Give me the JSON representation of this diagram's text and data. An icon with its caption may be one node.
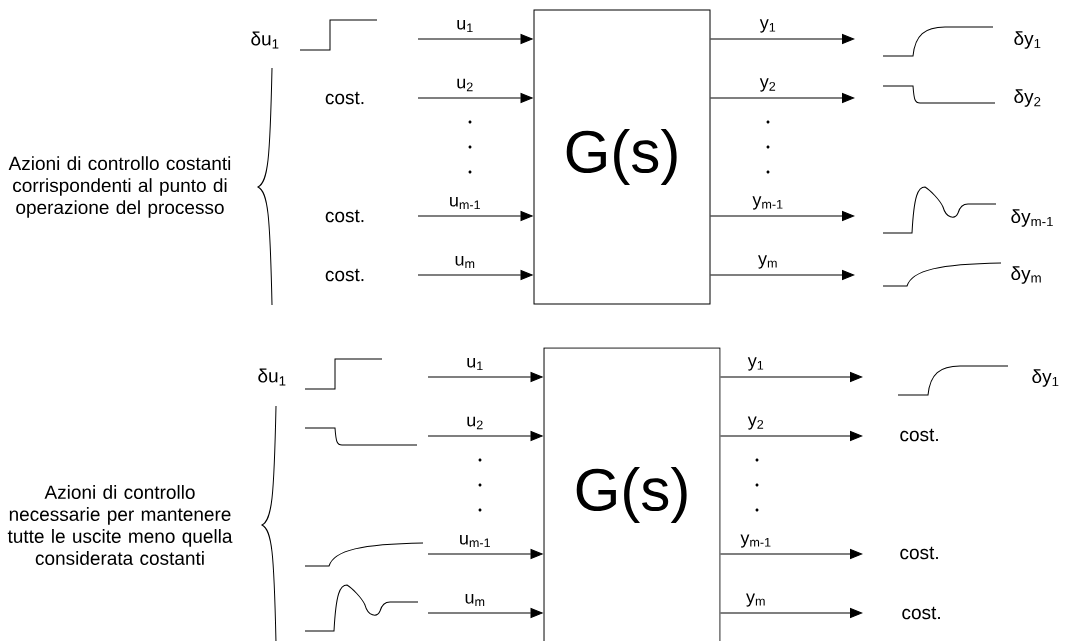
{
  "diagram": {
    "nodes": [
      {
        "text": [
          "G(s)"
        ]
      },
      {
        "text": [
          "G(s)"
        ]
      }
    ],
    "edges": [
      {
        "from": null,
        "to": 0,
        "arrow": "to",
        "label": "u$_{1}$"
      },
      {
        "from": null,
        "to": 0,
        "arrow": "to",
        "label": "u$_{2}$"
      },
      {
        "from": null,
        "to": 0,
        "arrow": "to",
        "label": "u$_{m-1}$"
      },
      {
        "from": null,
        "to": 0,
        "arrow": "to",
        "label": "u$_{m}$"
      },
      {
        "from": 0,
        "to": null,
        "arrow": "to",
        "label": "y$_{1}$"
      },
      {
        "from": 0,
        "to": null,
        "arrow": "to",
        "label": "y$_{2}$"
      },
      {
        "from": 0,
        "to": null,
        "arrow": "to",
        "label": "y$_{m-1}$"
      },
      {
        "from": 0,
        "to": null,
        "arrow": "to",
        "label": "y$_{m}$"
      },
      {
        "from": null,
        "to": 1,
        "arrow": "to",
        "label": "u$_{1}$"
      },
      {
        "from": null,
        "to": 1,
        "arrow": "to",
        "label": "u$_{2}$"
      },
      {
        "from": null,
        "to": 1,
        "arrow": "to",
        "label": "u$_{m-1}$"
      },
      {
        "from": null,
        "to": 1,
        "arrow": "to",
        "label": "u$_{m}$"
      },
      {
        "from": 1,
        "to": null,
        "arrow": "to",
        "label": "y$_{1}$"
      },
      {
        "from": 1,
        "to": null,
        "arrow": "to",
        "label": "y$_{2}$"
      },
      {
        "from": 1,
        "to": null,
        "arrow": "to",
        "label": "y$_{m-1}$"
      },
      {
        "from": 1,
        "to": null,
        "arrow": "to",
        "label": "y$_{m}$"
      }
    ],
    "labels": [
      "δu$_{1}$",
      "cost.",
      "Azioni di controllo costanti corrispondenti al punto di operazione del processo",
      "cost.",
      "cost.",
      "δy$_{1}$",
      "δy$_{2}$",
      "δy$_{m-1}$",
      "δy$_{m}$",
      "δu$_{1}$",
      "Azioni di controllo necessarie per mantenere tutte le uscite meno quella considerata costanti",
      "δy$_{1}$",
      "cost.",
      "cost.",
      "cost."
    ]
  }
}
